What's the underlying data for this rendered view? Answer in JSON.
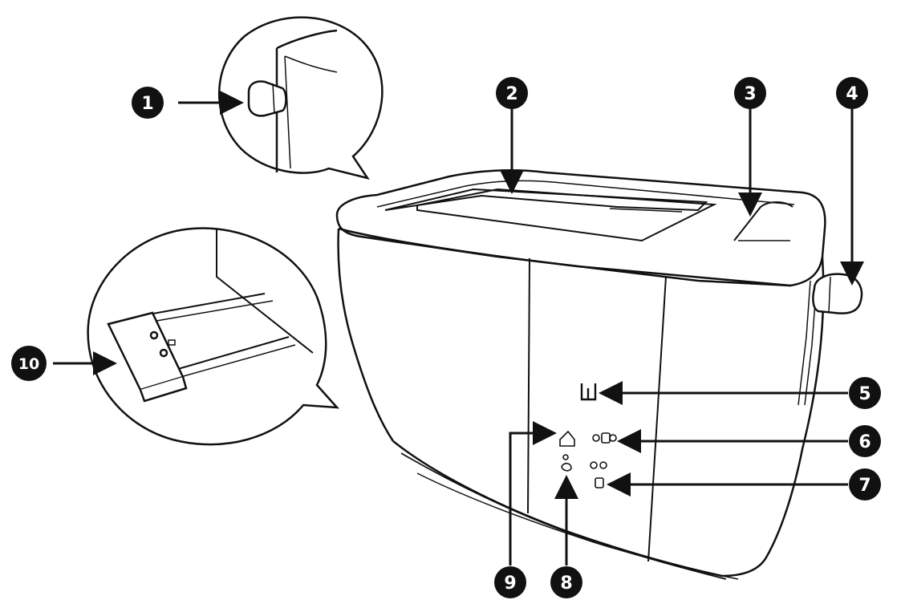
{
  "diagram": {
    "callouts": [
      {
        "id": "1",
        "label": "1"
      },
      {
        "id": "2",
        "label": "2"
      },
      {
        "id": "3",
        "label": "3"
      },
      {
        "id": "4",
        "label": "4"
      },
      {
        "id": "5",
        "label": "5"
      },
      {
        "id": "6",
        "label": "6"
      },
      {
        "id": "7",
        "label": "7"
      },
      {
        "id": "8",
        "label": "8"
      },
      {
        "id": "9",
        "label": "9"
      },
      {
        "id": "10",
        "label": "10"
      }
    ],
    "colors": {
      "line": "#111111",
      "badge_fill": "#111111",
      "badge_text": "#ffffff",
      "background": "#ffffff"
    }
  }
}
